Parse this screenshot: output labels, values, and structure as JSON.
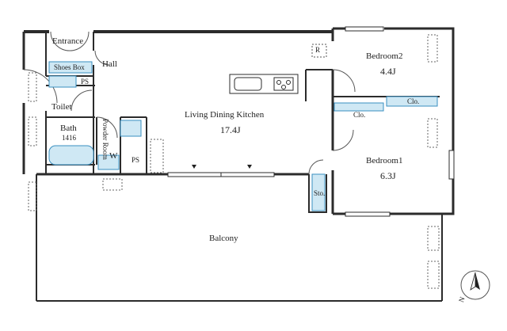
{
  "rooms": {
    "entrance": "Entrance",
    "shoes_box": "Shoes Box",
    "hall": "Hall",
    "ps_top": "PS",
    "toilet": "Toilet",
    "bath": "Bath",
    "bath_size": "1416",
    "powder_room": "Powder Room",
    "washer": "W",
    "ps_bottom": "PS",
    "ldk": "Living Dining Kitchen",
    "ldk_size": "17.4J",
    "refrigerator": "R",
    "bedroom2": "Bedroom2",
    "bedroom2_size": "4.4J",
    "bedroom1": "Bedroom1",
    "bedroom1_size": "6.3J",
    "closet_a": "Clo.",
    "closet_b": "Clo.",
    "storage": "Sto.",
    "balcony": "Balcony"
  },
  "compass": {
    "north": "N"
  },
  "colors": {
    "wall": "#2b2b2b",
    "fixture_fill": "#cfe8f4",
    "fixture_stroke": "#3a8fc0",
    "dashed": "#666666"
  }
}
